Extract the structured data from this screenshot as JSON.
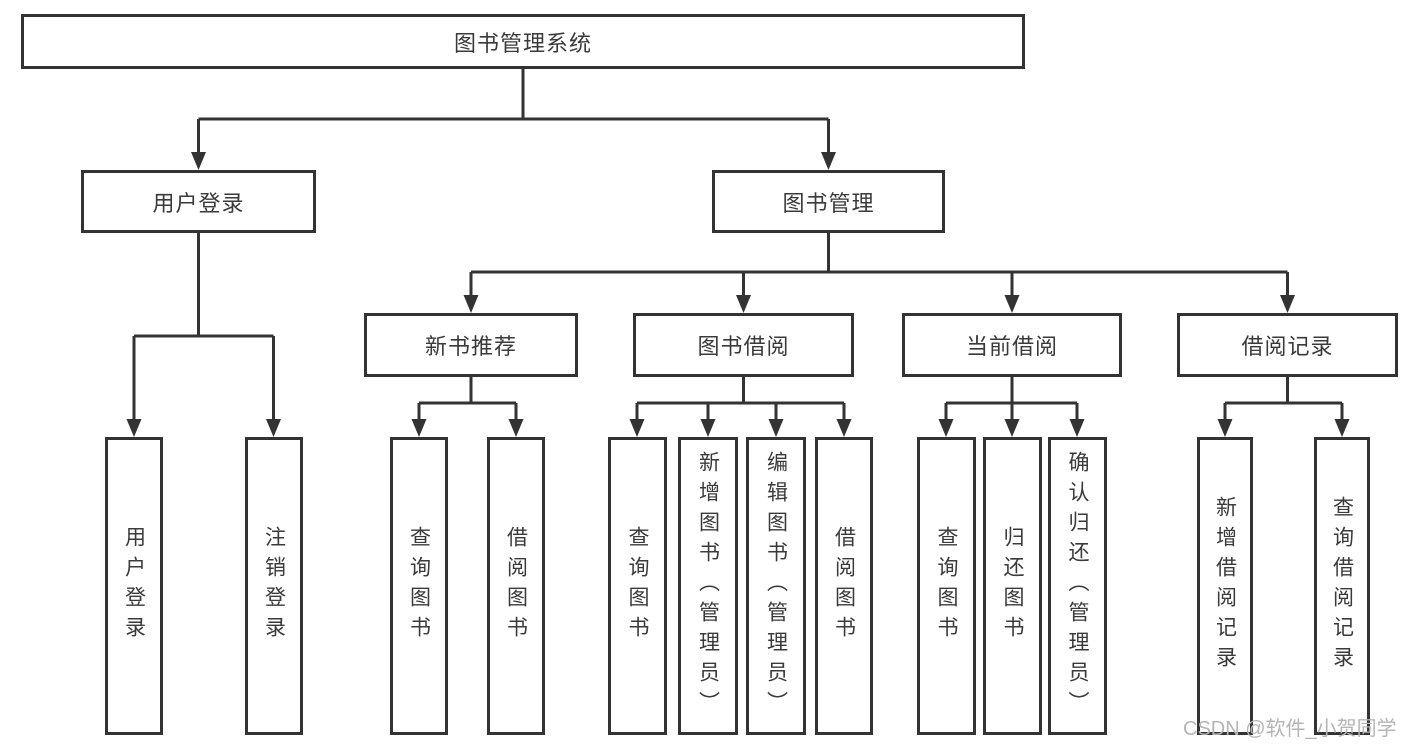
{
  "tree": {
    "label": "图书管理系统",
    "children": [
      {
        "label": "用户登录",
        "children": [
          {
            "label": "用户登录"
          },
          {
            "label": "注销登录"
          }
        ]
      },
      {
        "label": "图书管理",
        "children": [
          {
            "label": "新书推荐",
            "children": [
              {
                "label": "查询图书"
              },
              {
                "label": "借阅图书"
              }
            ]
          },
          {
            "label": "图书借阅",
            "children": [
              {
                "label": "查询图书"
              },
              {
                "label": "新增图书（管理员）"
              },
              {
                "label": "编辑图书（管理员）"
              },
              {
                "label": "借阅图书"
              }
            ]
          },
          {
            "label": "当前借阅",
            "children": [
              {
                "label": "查询图书"
              },
              {
                "label": "归还图书"
              },
              {
                "label": "确认归还（管理员）"
              }
            ]
          },
          {
            "label": "借阅记录",
            "children": [
              {
                "label": "新增借阅记录"
              },
              {
                "label": "查询借阅记录"
              }
            ]
          }
        ]
      }
    ]
  },
  "watermark": "CSDN @软件_小贺同学",
  "colors": {
    "line": "#333333",
    "text": "#3a3a3a",
    "watermark": "#b5b5b5",
    "background": "#ffffff"
  }
}
